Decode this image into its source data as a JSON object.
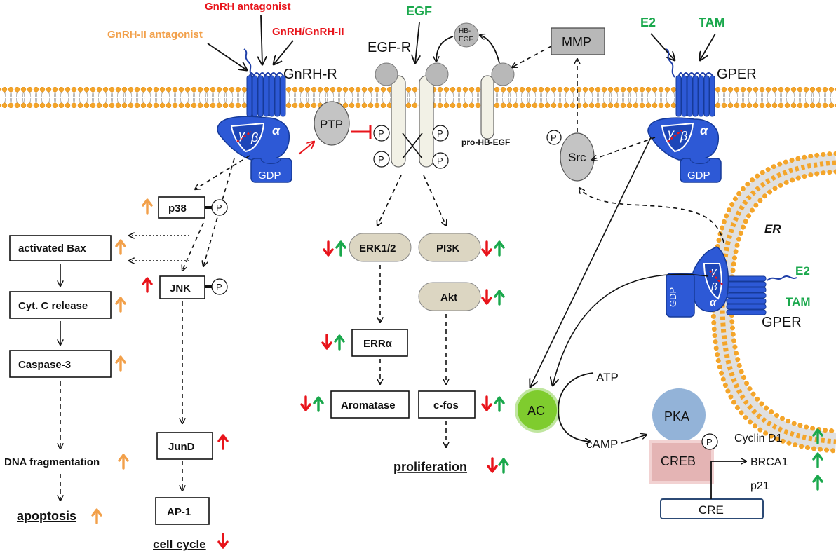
{
  "colors": {
    "red": "#e8141b",
    "green": "#1aa84c",
    "orange": "#f2a04a",
    "blue": "#2d59d6",
    "membrane_head": "#f4a52a",
    "gray": "#b8b8b8",
    "tan": "#dcd6c2",
    "ac_green": "#8cd13c",
    "pka_blue": "#93b3d8",
    "creb_pink": "#e4b4b4"
  },
  "ligands": {
    "gnrh_antagonist": "GnRH antagonist",
    "gnrh2_antagonist": "GnRH-II antagonist",
    "gnrh_gnrh2": "GnRH/GnRH-II",
    "egf": "EGF",
    "e2_top": "E2",
    "tam_top": "TAM",
    "e2_er": "E2",
    "tam_er": "TAM"
  },
  "receptors": {
    "gnrh_r": "GnRH-R",
    "egf_r": "EGF-R",
    "gper_top": "GPER",
    "gper_er": "GPER",
    "er": "ER"
  },
  "molecules": {
    "ptp": "PTP",
    "hb_egf_1": "HB-",
    "hb_egf_2": "EGF",
    "pro_hb_egf": "pro-HB-EGF",
    "mmp": "MMP",
    "src": "Src",
    "gdp": "GDP",
    "p": "P",
    "gamma": "γ",
    "beta": "β",
    "alpha": "α",
    "ac": "AC",
    "atp": "ATP",
    "camp": "cAMP",
    "pka": "PKA",
    "creb": "CREB",
    "cre": "CRE"
  },
  "left_pathway": {
    "p38": "p38",
    "activated_bax": "activated Bax",
    "jnk": "JNK",
    "cyt_c": "Cyt. C release",
    "caspase3": "Caspase-3",
    "dna_frag": "DNA fragmentation",
    "apoptosis": "apoptosis",
    "jund": "JunD",
    "ap1": "AP-1",
    "cell_cycle": "cell cycle"
  },
  "mid_pathway": {
    "erk": "ERK1/2",
    "pi3k": "PI3K",
    "akt": "Akt",
    "erra": "ERRα",
    "aromatase": "Aromatase",
    "cfos": "c-fos",
    "proliferation": "proliferation"
  },
  "targets": {
    "cyclin_d1": "Cyclin D1",
    "brca1": "BRCA1",
    "p21": "p21"
  }
}
